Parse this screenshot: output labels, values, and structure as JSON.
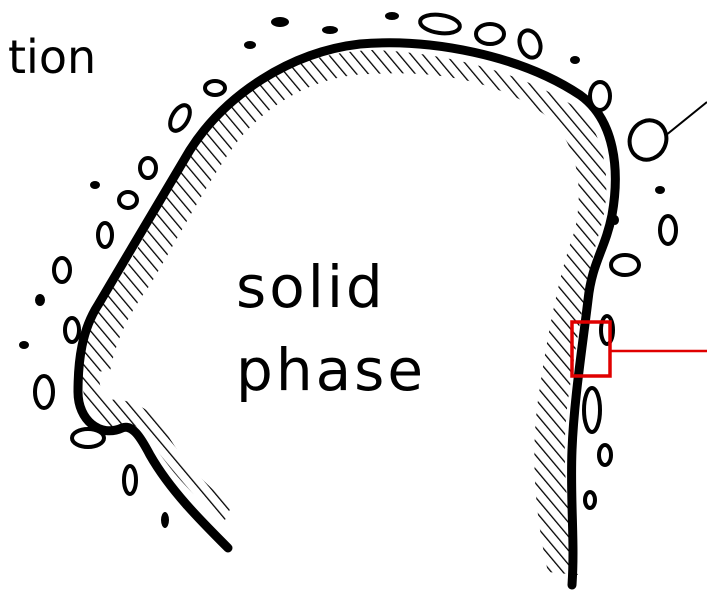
{
  "labels": {
    "corner_text": "tion",
    "solid_line1": "solid",
    "solid_line2": "phase"
  },
  "colors": {
    "ink": "#000000",
    "background": "#ffffff",
    "highlight": "#e00000"
  }
}
